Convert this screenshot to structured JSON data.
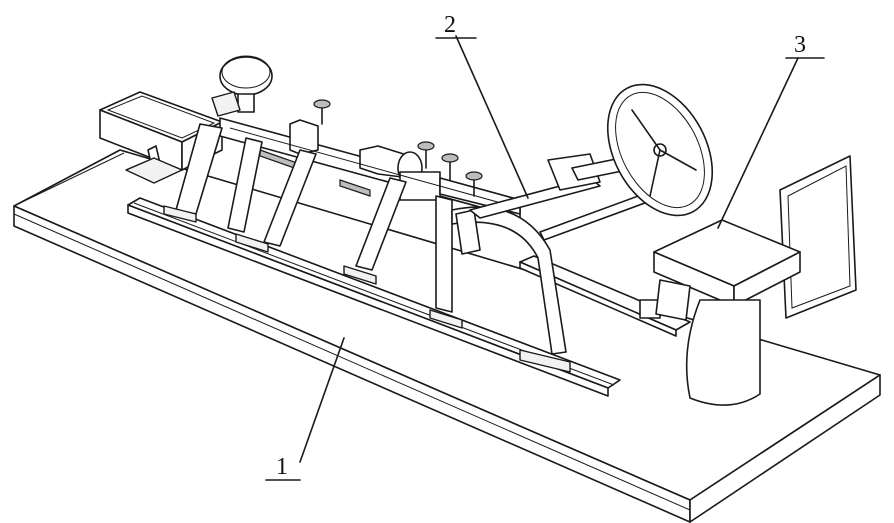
{
  "labels": {
    "part1": "1",
    "part2": "2",
    "part3": "3"
  },
  "colors": {
    "line": "#1a1a1a",
    "background": "#ffffff"
  }
}
